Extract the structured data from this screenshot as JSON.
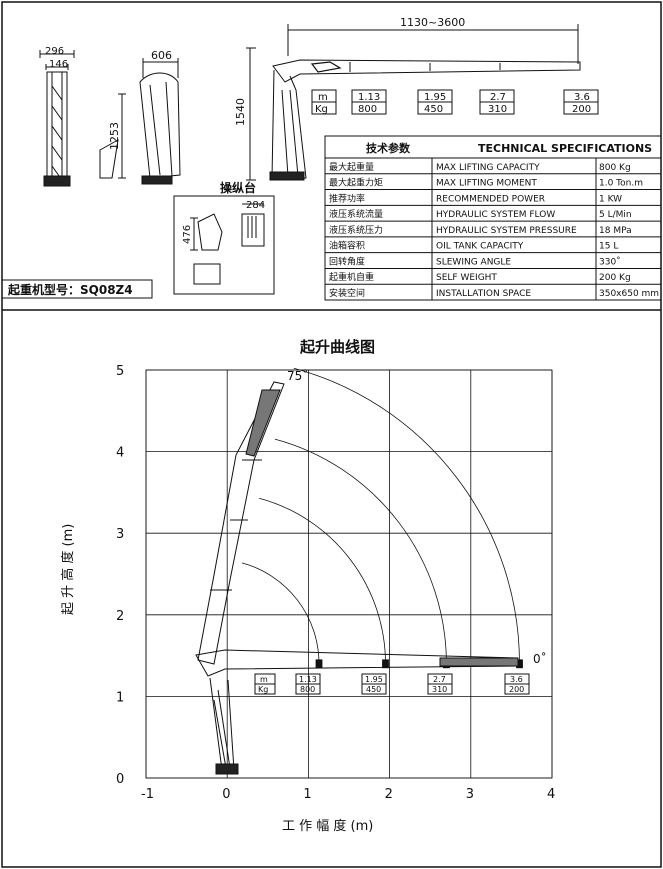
{
  "top": {
    "dims": {
      "d296": "296",
      "d146": "146",
      "d606": "606",
      "d1253": "1253",
      "d1540": "1540",
      "d1130_3600": "1130~3600",
      "d284": "284",
      "d476": "476"
    },
    "load_table_top": {
      "row_m": "m",
      "row_kg": "Kg",
      "cols": [
        {
          "m": "1.13",
          "kg": "800"
        },
        {
          "m": "1.95",
          "kg": "450"
        },
        {
          "m": "2.7",
          "kg": "310"
        },
        {
          "m": "3.6",
          "kg": "200"
        }
      ]
    },
    "control_station_label": "操纵台",
    "model_label": "起重机型号：SQ08Z4",
    "specs": {
      "header_cn": "技术参数",
      "header_en": "TECHNICAL SPECIFICATIONS",
      "rows": [
        {
          "cn": "最大起重量",
          "en": "MAX LIFTING CAPACITY",
          "val": "800 Kg"
        },
        {
          "cn": "最大起重力矩",
          "en": "MAX LIFTING MOMENT",
          "val": "1.0 Ton.m"
        },
        {
          "cn": "推荐功率",
          "en": "RECOMMENDED POWER",
          "val": "1 KW"
        },
        {
          "cn": "液压系统流量",
          "en": "HYDRAULIC SYSTEM FLOW",
          "val": "5 L/Min"
        },
        {
          "cn": "液压系统压力",
          "en": "HYDRAULIC SYSTEM PRESSURE",
          "val": "18 MPa"
        },
        {
          "cn": "油箱容积",
          "en": "OIL TANK CAPACITY",
          "val": "15 L"
        },
        {
          "cn": "回转角度",
          "en": "SLEWING ANGLE",
          "val": "330˚"
        },
        {
          "cn": "起重机自重",
          "en": "SELF WEIGHT",
          "val": "200 Kg"
        },
        {
          "cn": "安装空间",
          "en": "INSTALLATION SPACE",
          "val": "350x650 mm"
        }
      ]
    }
  },
  "chart": {
    "title": "起升曲线图",
    "ylabel": "起 升 高 度 (m)",
    "xlabel": "工 作 幅 度 (m)",
    "angle_top": "75˚",
    "angle_bottom": "0˚",
    "x_ticks": [
      "-1",
      "0",
      "1",
      "2",
      "3",
      "4"
    ],
    "y_ticks": [
      "0",
      "1",
      "2",
      "3",
      "4",
      "5"
    ],
    "load_table": {
      "row_m": "m",
      "row_kg": "Kg",
      "cols": [
        {
          "m": "1.13",
          "kg": "800"
        },
        {
          "m": "1.95",
          "kg": "450"
        },
        {
          "m": "2.7",
          "kg": "310"
        },
        {
          "m": "3.6",
          "kg": "200"
        }
      ]
    }
  },
  "chart_data": {
    "type": "line",
    "title": "起升曲线图",
    "xlabel": "工作幅度 (m)",
    "ylabel": "起升高度 (m)",
    "xlim": [
      -1,
      4
    ],
    "ylim": [
      0,
      5
    ],
    "grid": true,
    "pivot": [
      -0.15,
      1.4
    ],
    "angle_range_deg": [
      0,
      75
    ],
    "series": [
      {
        "radius_m": 1.13,
        "load_kg": 800
      },
      {
        "radius_m": 1.95,
        "load_kg": 450
      },
      {
        "radius_m": 2.7,
        "load_kg": 310
      },
      {
        "radius_m": 3.6,
        "load_kg": 200
      }
    ]
  }
}
